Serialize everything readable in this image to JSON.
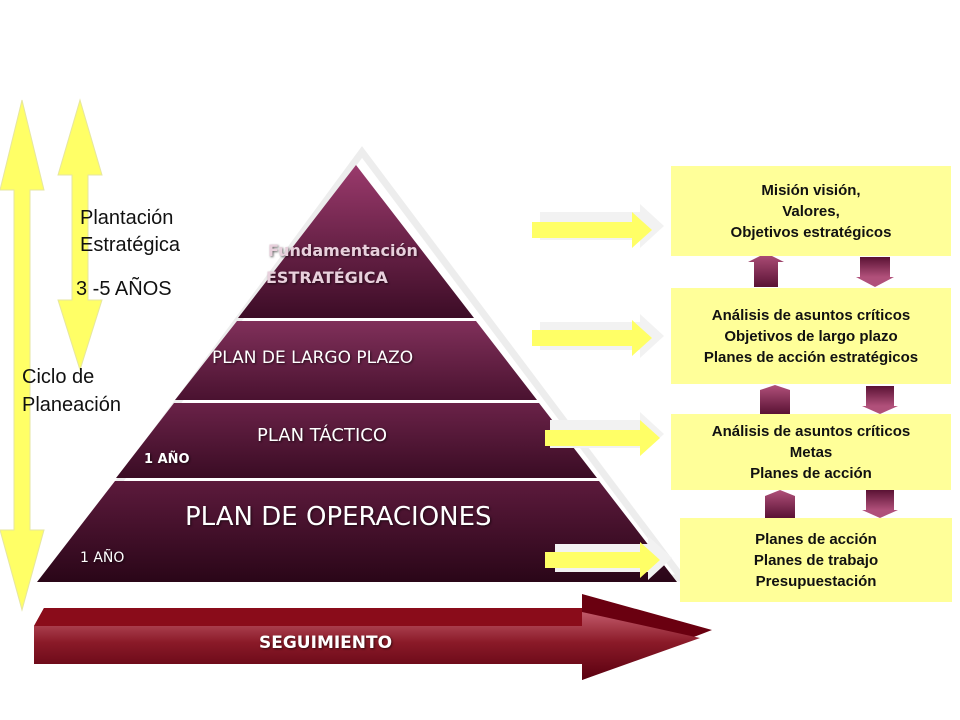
{
  "left_labels": {
    "plantacion_line1": "Plantación",
    "plantacion_line2": "Estratégica",
    "years": "3 -5 AÑOS",
    "ciclo_line1": "Ciclo de",
    "ciclo_line2": "Planeación"
  },
  "pyramid": {
    "fundamentacion_line1": "Fundamentación",
    "fundamentacion_line2": "ESTRATÉGICA",
    "largo_plazo": "PLAN DE LARGO PLAZO",
    "tactico": "PLAN TÁCTICO",
    "tactico_period": "1 AÑO",
    "operaciones": "PLAN DE OPERACIONES",
    "operaciones_period": "1 AÑO"
  },
  "seguimiento": "SEGUIMIENTO",
  "boxes": [
    {
      "lines": [
        "Misión visión,",
        "Valores,",
        "Objetivos estratégicos"
      ]
    },
    {
      "lines": [
        "Análisis de asuntos críticos",
        "Objetivos de largo plazo",
        "Planes de acción estratégicos"
      ]
    },
    {
      "lines": [
        "Análisis de asuntos críticos",
        "Metas",
        "Planes de acción"
      ]
    },
    {
      "lines": [
        "Planes de acción",
        "Planes de trabajo",
        "Presupuestación"
      ]
    }
  ],
  "colors": {
    "pyramid_top": "#8c3060",
    "pyramid_dark": "#3a0a22",
    "box_fill": "#ffff99",
    "arrow_yellow": "#ffff66",
    "seguimiento_red": "#7a0010"
  }
}
